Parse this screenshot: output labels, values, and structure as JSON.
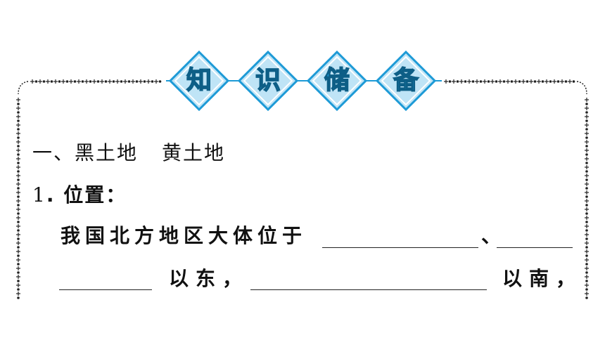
{
  "section_title": {
    "chars": [
      "知",
      "识",
      "储",
      "备"
    ],
    "fill_color": "#bfe4f6",
    "border_color": "#1d9ad6",
    "text_color": "#1d9ad6"
  },
  "heading": {
    "prefix": "一、黑土地",
    "suffix": "黄土地"
  },
  "item": {
    "number": "1",
    "label": ". 位置："
  },
  "body": {
    "line1_text": "我国北方地区大体位于",
    "line1_separator": "、",
    "line2_text_a": "以东，",
    "line2_text_b": "以南，"
  },
  "frame": {
    "dot_color": "#222222"
  }
}
